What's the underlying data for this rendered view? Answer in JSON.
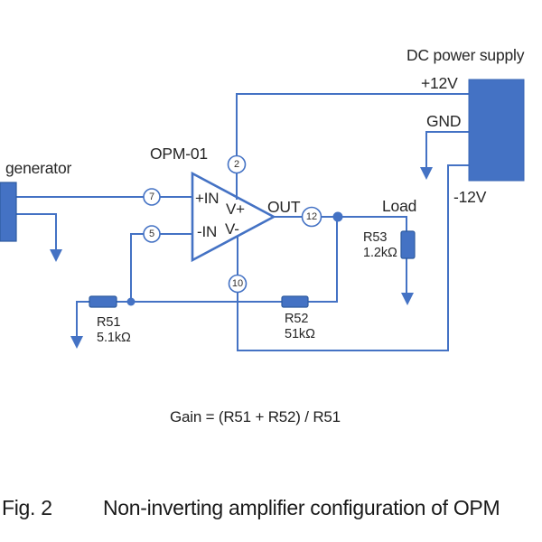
{
  "colors": {
    "wire": "#4472C4",
    "fill": "#4472C4",
    "shape_border": "#2E5B9F",
    "text": "#262626"
  },
  "power_supply": {
    "label": "DC power supply",
    "plus_rail": "+12V",
    "gnd_rail": "GND",
    "minus_rail": "-12V"
  },
  "generator": {
    "label": "generator"
  },
  "opamp": {
    "name": "OPM-01",
    "in_plus": "+IN",
    "in_minus": "-IN",
    "v_plus": "V+",
    "v_minus": "V-",
    "out": "OUT",
    "pins": {
      "v_plus": "2",
      "in_plus": "7",
      "in_minus": "5",
      "v_minus": "10",
      "out": "12"
    }
  },
  "load": {
    "label": "Load"
  },
  "resistors": [
    {
      "ref": "R51",
      "value": "5.1kΩ"
    },
    {
      "ref": "R52",
      "value": "51kΩ"
    },
    {
      "ref": "R53",
      "value": "1.2kΩ"
    }
  ],
  "formula": "Gain = (R51 + R52) / R51",
  "caption": {
    "fig": "Fig. 2",
    "text": "Non-inverting amplifier configuration of OPM"
  }
}
